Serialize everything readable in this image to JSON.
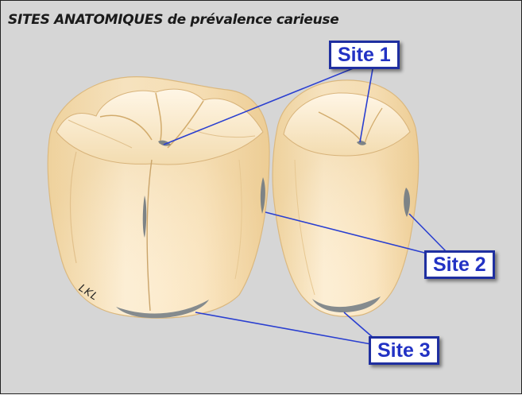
{
  "title": "SITES ANATOMIQUES de prévalence carieuse",
  "labels": {
    "site1": "Site 1",
    "site2": "Site 2",
    "site3": "Site 3"
  },
  "signature": "LKL",
  "colors": {
    "background": "#d6d6d6",
    "label_text": "#2232c4",
    "label_border": "#1f2fa0",
    "leader_lines": "#2a3fd0",
    "tooth_fill": "#fbe9c8",
    "caries_marks": "#7d8386"
  }
}
